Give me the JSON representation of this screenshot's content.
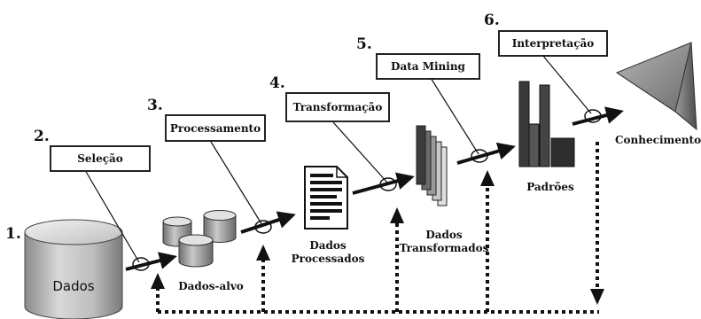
{
  "steps": [
    {
      "number": "1.",
      "label": ""
    },
    {
      "number": "2.",
      "label": "Seleção"
    },
    {
      "number": "3.",
      "label": "Processamento"
    },
    {
      "number": "4.",
      "label": "Transformação"
    },
    {
      "number": "5.",
      "label": "Data Mining"
    },
    {
      "number": "6.",
      "label": "Interpretação"
    }
  ],
  "artifacts": {
    "raw": "Dados",
    "target": "Dados-alvo",
    "processed_line1": "Dados",
    "processed_line2": "Processados",
    "transformed_line1": "Dados",
    "transformed_line2": "Transformados",
    "patterns": "Padrões",
    "knowledge": "Conhecimento"
  }
}
